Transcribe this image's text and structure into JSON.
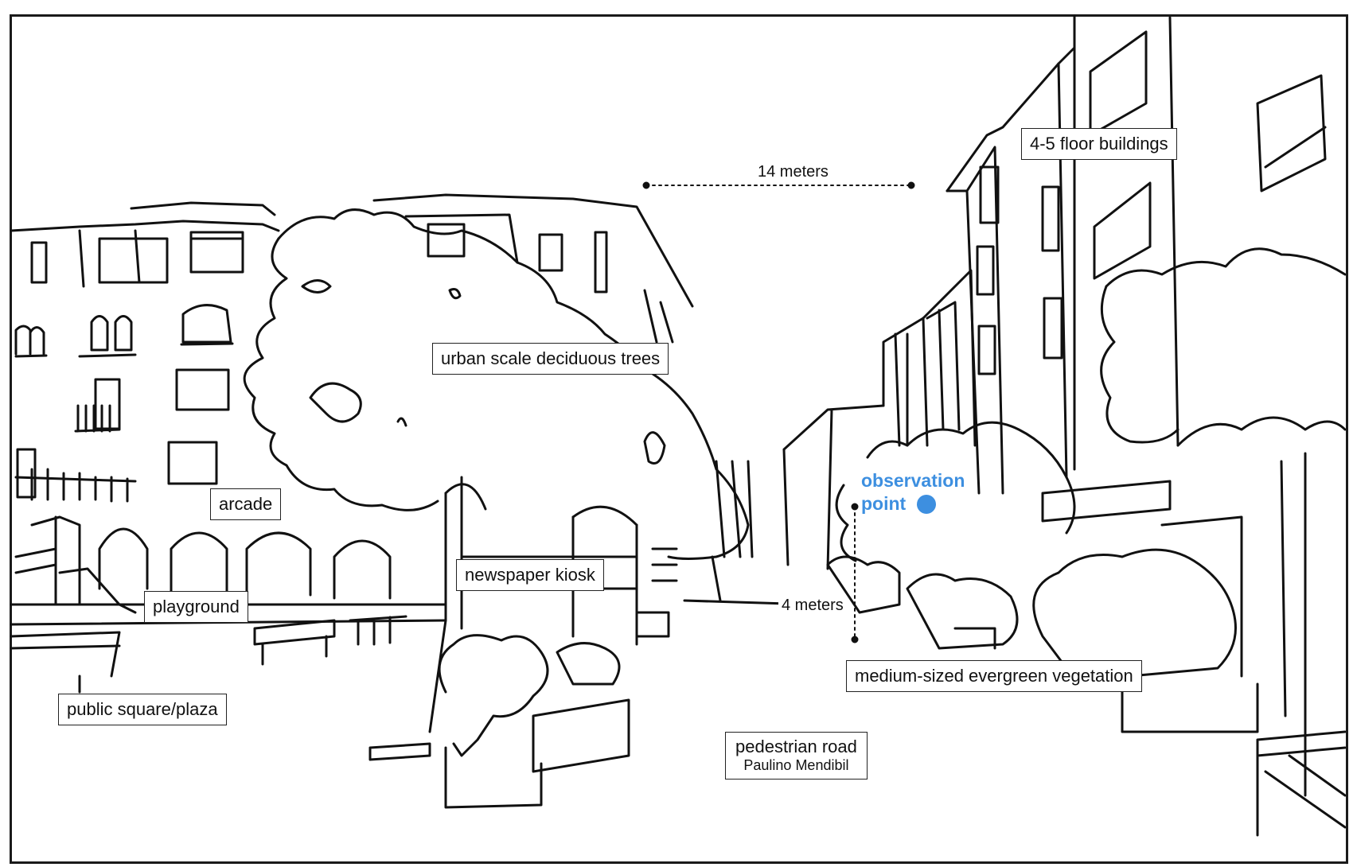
{
  "labels": {
    "buildings": "4-5 floor buildings",
    "trees": "urban scale deciduous trees",
    "arcade": "arcade",
    "kiosk": "newspaper kiosk",
    "playground": "playground",
    "plaza": "public square/plaza",
    "vegetation": "medium-sized evergreen vegetation",
    "road_title": "pedestrian road",
    "road_name": "Paulino Mendibil"
  },
  "dimensions": {
    "width": "14 meters",
    "height": "4 meters"
  },
  "observation": {
    "line1": "observation",
    "line2": "point",
    "color": "#3d8fe0"
  }
}
